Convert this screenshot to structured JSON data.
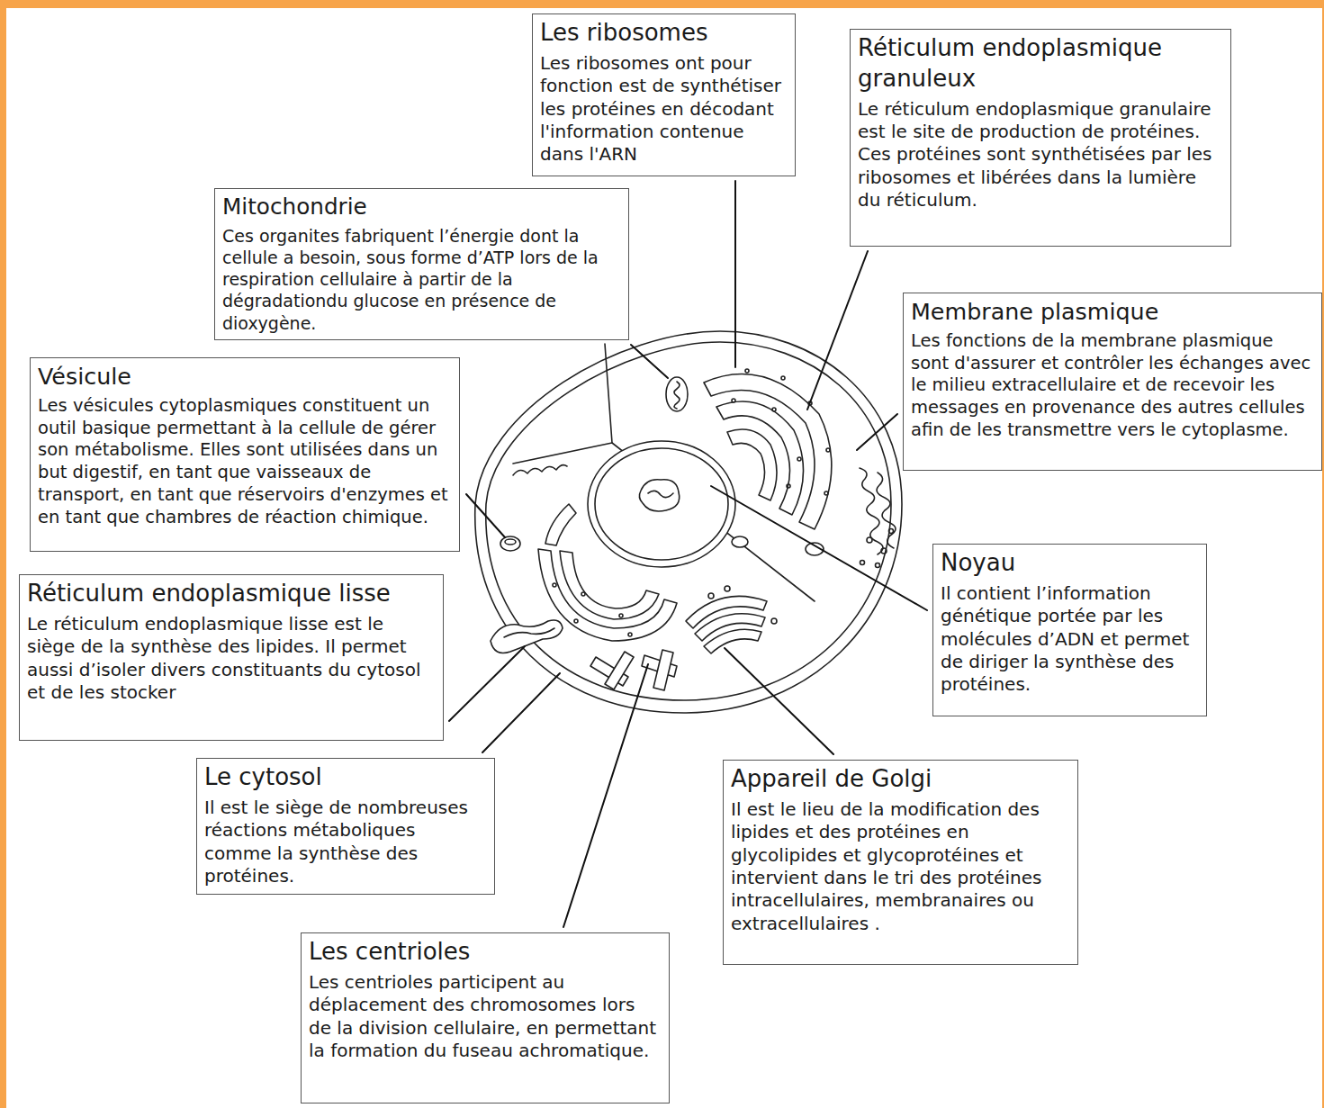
{
  "diagram": {
    "nodes": [
      {
        "text": [
          "Les ribosomes",
          "Les ribosomes ont pour fonction est de synthétiser les protéines en décodant l'information contenue dans l'ARN"
        ]
      },
      {
        "text": [
          "Réticulum endoplasmique granuleux",
          "Le réticulum endoplasmique granulaire est le site de production de protéines. Ces protéines sont synthétisées par les ribosomes et libérées dans la lumière du réticulum."
        ]
      },
      {
        "text": [
          "Mitochondrie",
          "Ces organites fabriquent l’énergie dont la cellule a besoin, sous forme d’ATP lors de la respiration cellulaire à partir de la dégradationdu glucose en présence de dioxygène."
        ]
      },
      {
        "text": [
          "Membrane plasmique",
          "Les fonctions de la membrane plasmique sont d'assurer et contrôler les échanges avec le milieu extracellulaire et de recevoir les messages en provenance des autres cellules afin de les transmettre vers le cytoplasme."
        ]
      },
      {
        "text": [
          "Vésicule",
          "Les vésicules cytoplasmiques constituent un outil basique permettant à la cellule de gérer son métabolisme. Elles sont utilisées dans un but digestif, en tant que vaisseaux de transport, en tant que réservoirs d'enzymes et en tant que chambres de réaction chimique."
        ]
      },
      {
        "text": [
          "Noyau",
          "Il contient l’information génétique portée par les molécules d’ADN et permet de diriger la synthèse des protéines."
        ]
      },
      {
        "text": [
          "Réticulum endoplasmique lisse",
          "Le réticulum endoplasmique lisse est le siège de la synthèse des lipides. Il permet aussi d’isoler divers constituants du cytosol et de les stocker"
        ]
      },
      {
        "text": [
          "Le cytosol",
          "Il est le siège de nombreuses réactions métaboliques comme la synthèse des protéines."
        ]
      },
      {
        "text": [
          "Appareil de Golgi",
          "Il est le lieu de la modification des lipides et des protéines en glycolipides et glycoprotéines et intervient dans le tri des protéines intracellulaires, membranaires ou extracellulaires ."
        ]
      },
      {
        "text": [
          "Les centrioles",
          "Les centrioles participent au déplacement des chromosomes lors de la division cellulaire, en permettant la formation du fuseau achromatique."
        ]
      }
    ]
  }
}
